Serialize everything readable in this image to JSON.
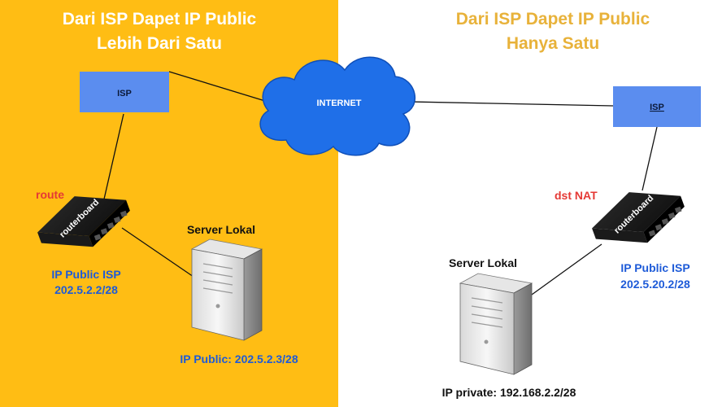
{
  "left_panel": {
    "title_line1": "Dari ISP Dapet IP Public",
    "title_line2": "Lebih Dari Satu",
    "isp_label": "ISP",
    "router_tag": "route",
    "router_ip_label": "IP Public ISP",
    "router_ip": "202.5.2.2/28",
    "server_title": "Server Lokal",
    "server_ip": "IP Public: 202.5.2.3/28"
  },
  "right_panel": {
    "title_line1": "Dari ISP Dapet IP Public",
    "title_line2": "Hanya Satu",
    "isp_label": "ISP",
    "router_tag": "dst NAT",
    "router_ip_label": "IP Public ISP",
    "router_ip": "202.5.20.2/28",
    "server_title": "Server Lokal",
    "server_ip": "IP private: 192.168.2.2/28"
  },
  "cloud": {
    "label": "INTERNET"
  },
  "router_brand": "routerboard",
  "colors": {
    "left_bg": "#FFBD14",
    "right_bg": "#FFFFFF",
    "left_title": "#FFFFFF",
    "right_title": "#E8B23A",
    "isp_box": "#5B8DEF",
    "cloud": "#1F6FE8",
    "router_tag": "#E53935",
    "ip_blue": "#1E5BD8"
  }
}
